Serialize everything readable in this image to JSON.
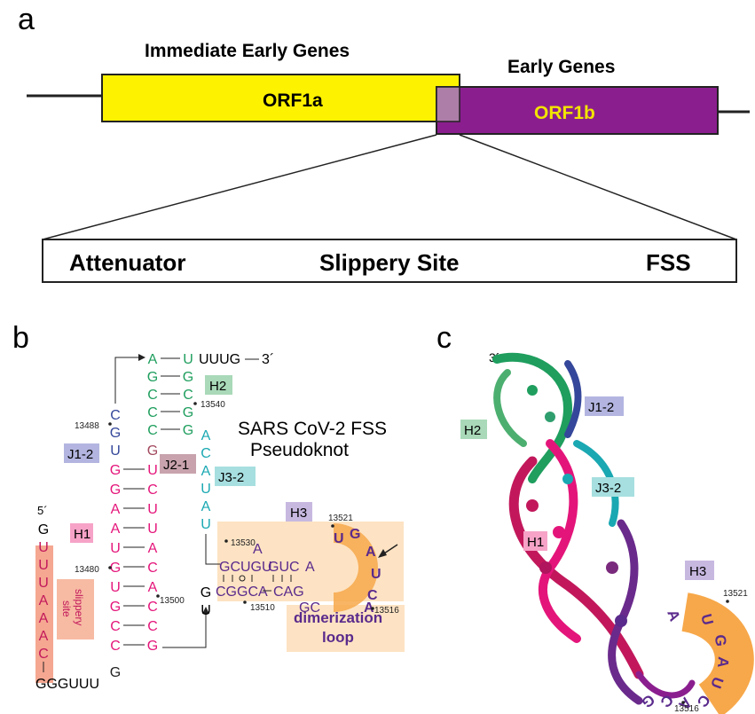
{
  "panel_a": {
    "letter": "a",
    "immediate_label": "Immediate Early Genes",
    "early_label": "Early Genes",
    "orf1a": "ORF1a",
    "orf1b": "ORF1b",
    "box_attenuator": "Attenuator",
    "box_slippery": "Slippery Site",
    "box_fss": "FSS"
  },
  "panel_b": {
    "letter": "b",
    "title_line1": "SARS CoV-2 FSS",
    "title_line2": "Pseudoknot",
    "label_h1": "H1",
    "label_h2": "H2",
    "label_h3": "H3",
    "label_j12": "J1-2",
    "label_j21": "J2-1",
    "label_j32": "J3-2",
    "five_prime": "5´",
    "three_prime": "3´",
    "tail_3": "UUUG",
    "tail_5": "GGGUUU",
    "slippery_line1": "slippery",
    "slippery_line2": "site",
    "dimer_line1": "dimerization",
    "dimer_line2": "loop",
    "n13488": "13488",
    "n13540": "13540",
    "n13480": "13480",
    "n13500": "13500",
    "n13530": "13530",
    "n13521": "13521",
    "n13510": "13510",
    "n13516": "13516",
    "h3_top": "GCUGU",
    "h3_top2": "GUC",
    "h3_bot": "CGGCA",
    "h3_bot2": "CAG"
  },
  "panel_c": {
    "letter": "c",
    "three_prime": "3´",
    "label_h1": "H1",
    "label_h2": "H2",
    "label_h3": "H3",
    "label_j12": "J1-2",
    "label_j32": "J3-2",
    "n13521": "13521",
    "n13516": "13516"
  },
  "colors": {
    "orf1a": "#fdf200",
    "orf1b": "#8b1e8f",
    "orf1b_text": "#f2e400",
    "h1": "#e4157a",
    "h2": "#1f9e5e",
    "h3": "#5a2a8c",
    "j12": "#34479a",
    "j21": "#a2495e",
    "j32": "#1aa8b2",
    "slippery": "#f18a6c",
    "highlight": "#fde3c3",
    "dimer": "#f7a84a"
  }
}
